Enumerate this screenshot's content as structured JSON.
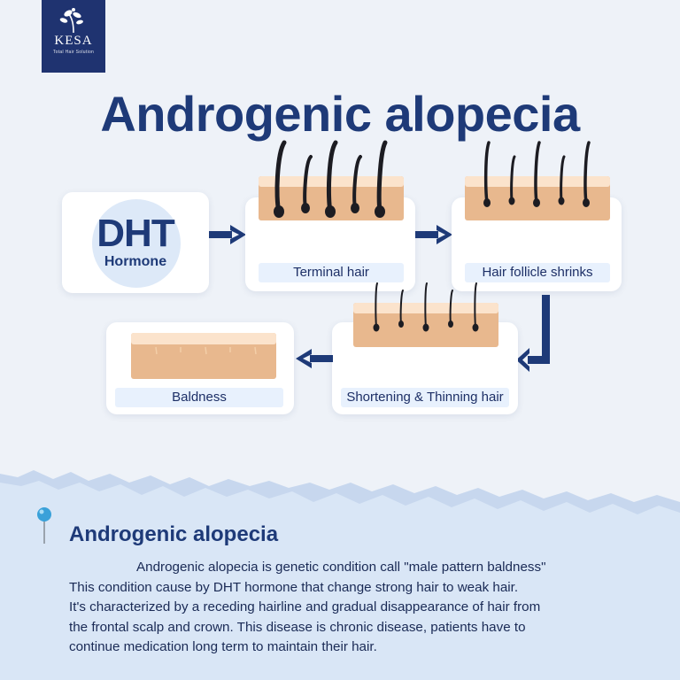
{
  "brand": {
    "name": "KESA",
    "tagline": "Total Hair Solution"
  },
  "title": "Androgenic alopecia",
  "dht": {
    "title": "DHT",
    "subtitle": "Hormone"
  },
  "stages": [
    {
      "label": "Terminal hair"
    },
    {
      "label": "Hair follicle shrinks"
    },
    {
      "label": "Shortening & Thinning hair"
    },
    {
      "label": "Baldness"
    }
  ],
  "info": {
    "title": "Androgenic alopecia",
    "lines": [
      "Androgenic alopecia is genetic condition call \"male pattern baldness\"",
      "This condition cause by DHT hormone that change strong hair to weak hair.",
      "It's characterized by a receding hairline and gradual disappearance of hair from",
      "the frontal scalp and crown. This disease is chronic disease, patients have to",
      "continue medication long term to maintain their hair."
    ]
  },
  "colors": {
    "navy": "#1e3a78",
    "skin": "#e8b88e",
    "skinTop": "#fbe3cc",
    "hair": "#1c1c22",
    "pin": "#3aa1d9"
  }
}
